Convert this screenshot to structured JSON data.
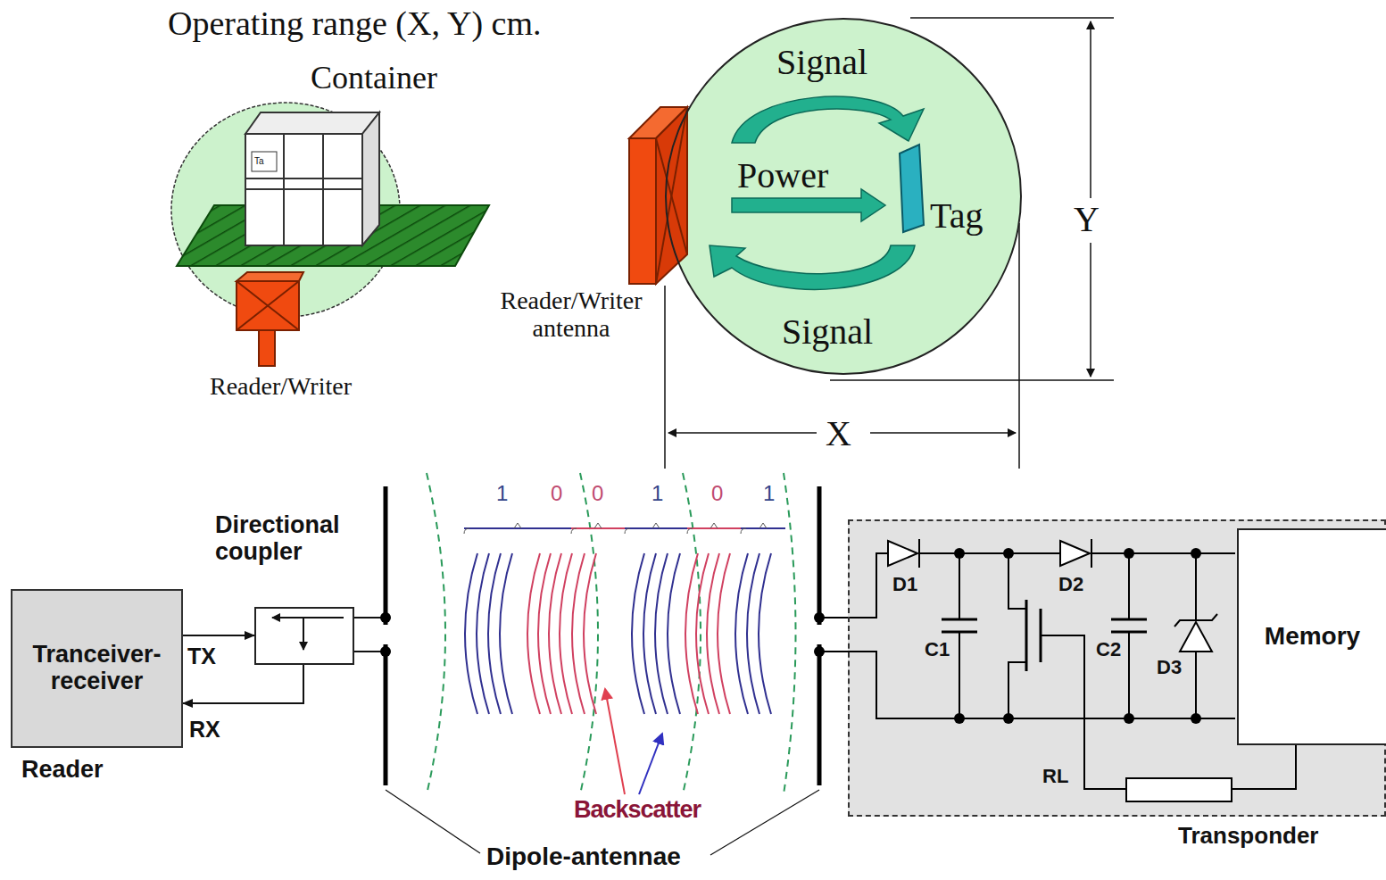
{
  "diagram": {
    "title": "Operating range (X, Y) cm.",
    "nodes": [
      {
        "text": [
          "Signal",
          "Power",
          "Tag",
          "Signal"
        ]
      },
      {
        "text": [
          "Tranceiver- receiver",
          "Reader"
        ]
      },
      {
        "text": [
          "Directional coupler"
        ]
      },
      {
        "text": [
          "Transponder"
        ]
      },
      {
        "text": [
          "Memory"
        ],
        "in": 3
      }
    ],
    "edges": [
      {
        "from": 1,
        "to": 2,
        "arrow": "to",
        "label": "TX"
      },
      {
        "from": 2,
        "to": 1,
        "arrow": "to",
        "label": "RX"
      }
    ],
    "labels": [
      "Container",
      "Ta",
      "Reader/Writer",
      "Reader/Writer antenna",
      "Y",
      "X",
      "1",
      "0",
      "0",
      "1",
      "0",
      "1",
      "Backscatter",
      "Dipole-antennae",
      "D1",
      "C1",
      "D2",
      "C2",
      "D3",
      "RL"
    ]
  }
}
